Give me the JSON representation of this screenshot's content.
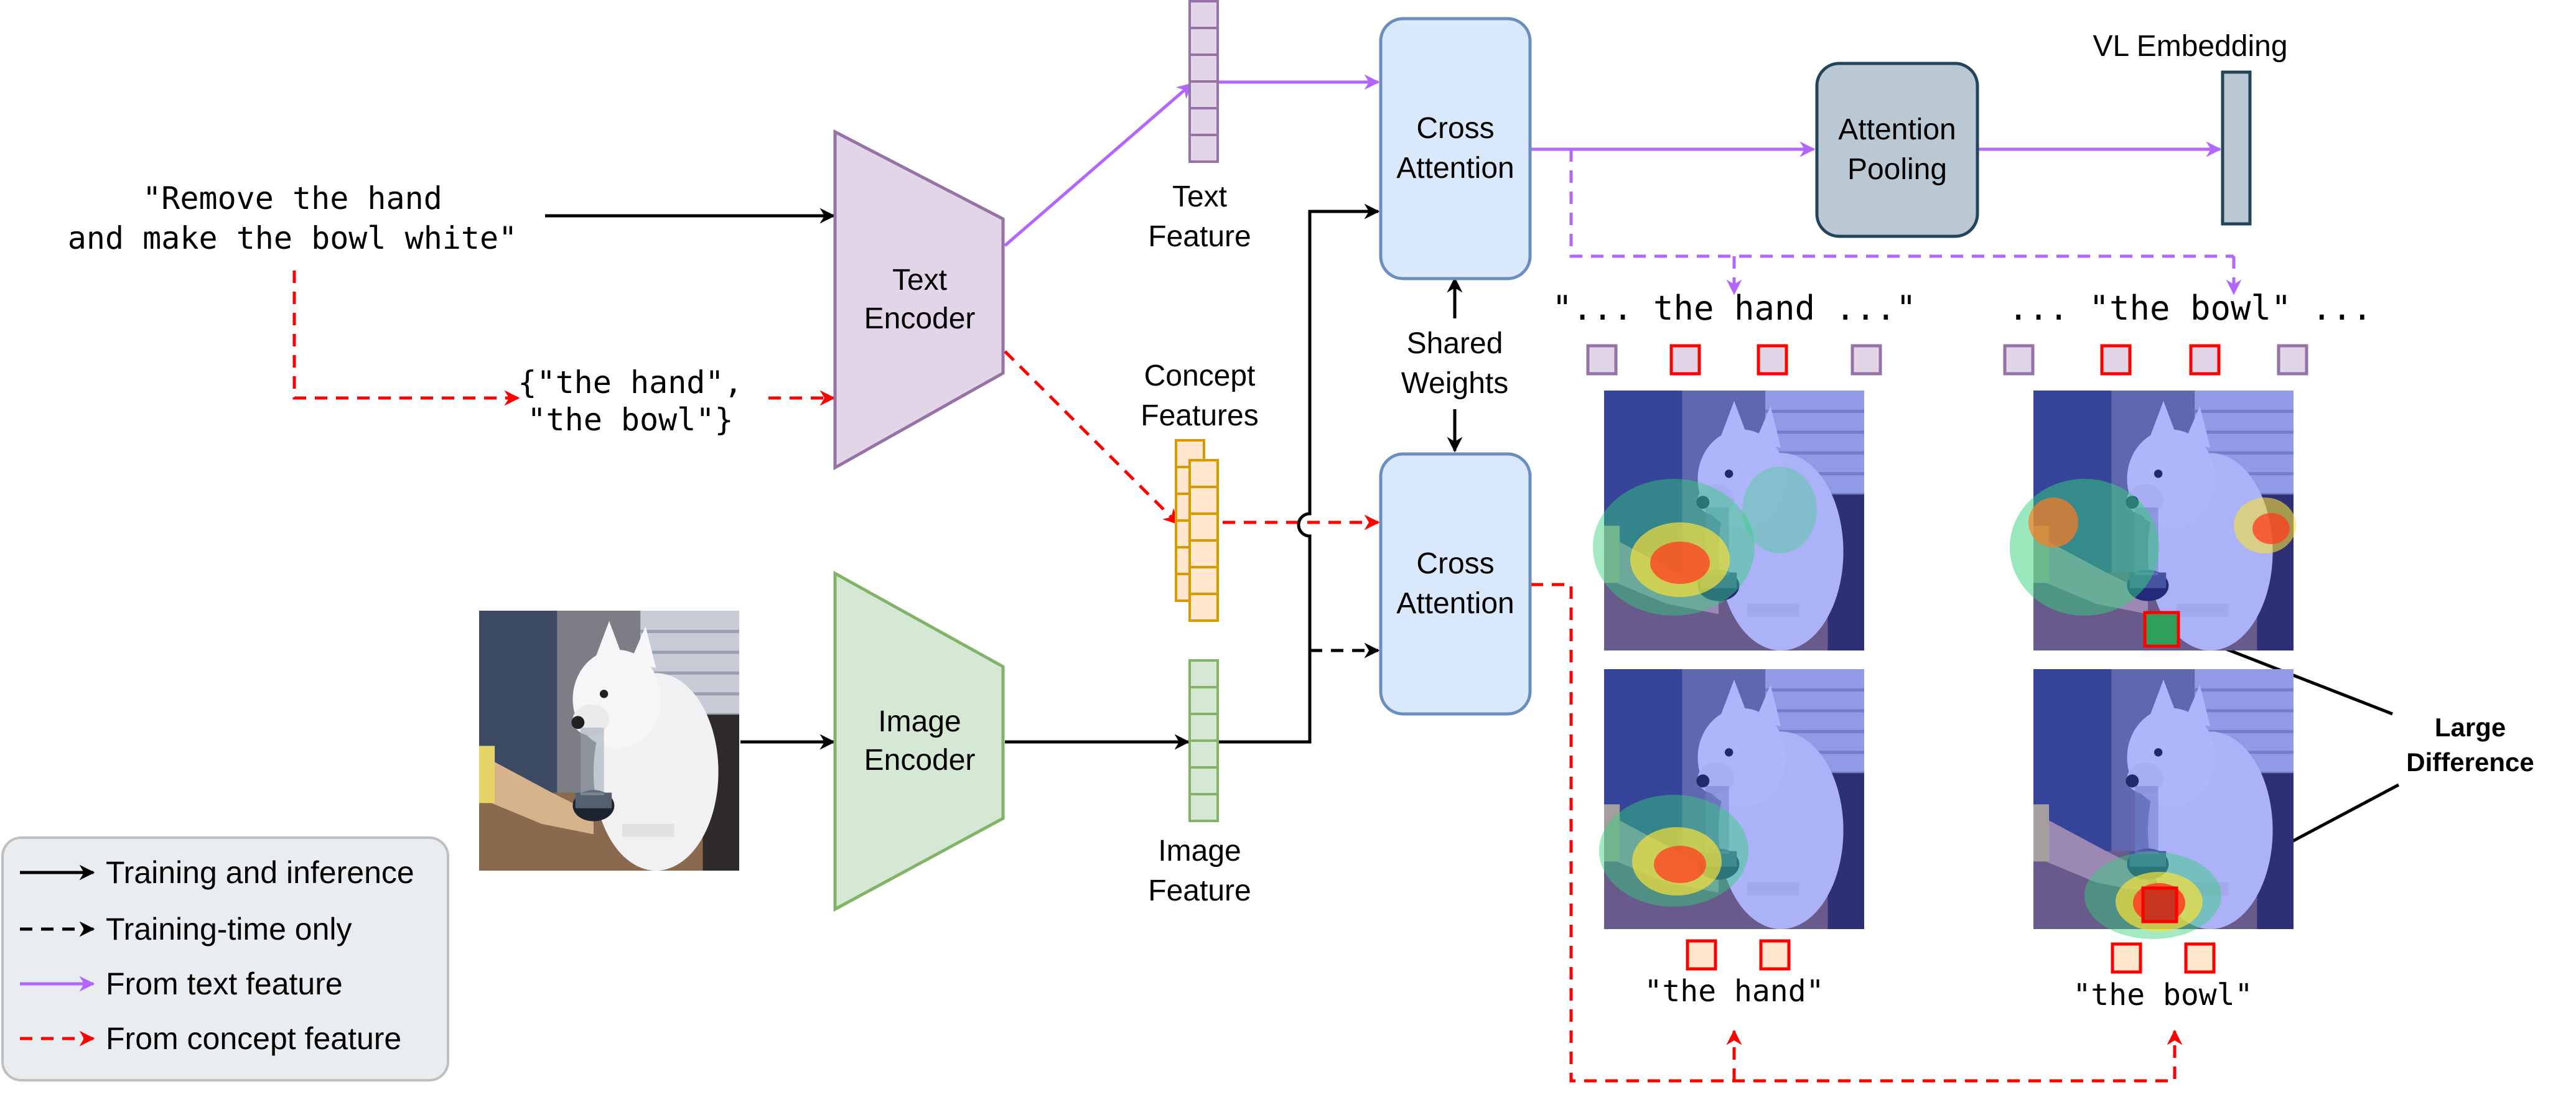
{
  "input_prompt": {
    "line1": "\"Remove the hand",
    "line2": "and make the bowl white\""
  },
  "concepts": {
    "line1": "{\"the hand\",",
    "line2": "\"the bowl\"}"
  },
  "text_encoder": {
    "line1": "Text",
    "line2": "Encoder"
  },
  "image_encoder": {
    "line1": "Image",
    "line2": "Encoder"
  },
  "text_feature": {
    "line1": "Text",
    "line2": "Feature"
  },
  "concept_features": {
    "line1": "Concept",
    "line2": "Features"
  },
  "image_feature": {
    "line1": "Image",
    "line2": "Feature"
  },
  "cross_attention_top": {
    "line1": "Cross",
    "line2": "Attention"
  },
  "cross_attention_bottom": {
    "line1": "Cross",
    "line2": "Attention"
  },
  "shared_weights": {
    "line1": "Shared",
    "line2": "Weights"
  },
  "attention_pooling": {
    "line1": "Attention",
    "line2": "Pooling"
  },
  "vl_embedding": "VL Embedding",
  "token_strip_left": "\"... the hand ...\"",
  "token_strip_right": "... \"the bowl\" ...",
  "concept_label_left": "\"the hand\"",
  "concept_label_right": "\"the bowl\"",
  "large_difference": {
    "line1": "Large",
    "line2": "Difference"
  },
  "legend": {
    "training_inference": "Training and inference",
    "training_only": "Training-time only",
    "from_text": "From text feature",
    "from_concept": "From concept feature"
  },
  "colors": {
    "black": "#000000",
    "purple": "#b266ff",
    "red": "#ff0000",
    "text_encoder_fill": "#e1d5e7",
    "text_encoder_stroke": "#9673a6",
    "image_encoder_fill": "#d5e8d4",
    "image_encoder_stroke": "#82b366",
    "cross_attention_fill": "#dae8fc",
    "cross_attention_stroke": "#6c8ebf",
    "pooling_fill": "#bac8d3",
    "pooling_stroke": "#23445d",
    "concept_fill": "#ffe6cc",
    "concept_stroke": "#d79b00",
    "legend_fill": "#eaedf0"
  }
}
